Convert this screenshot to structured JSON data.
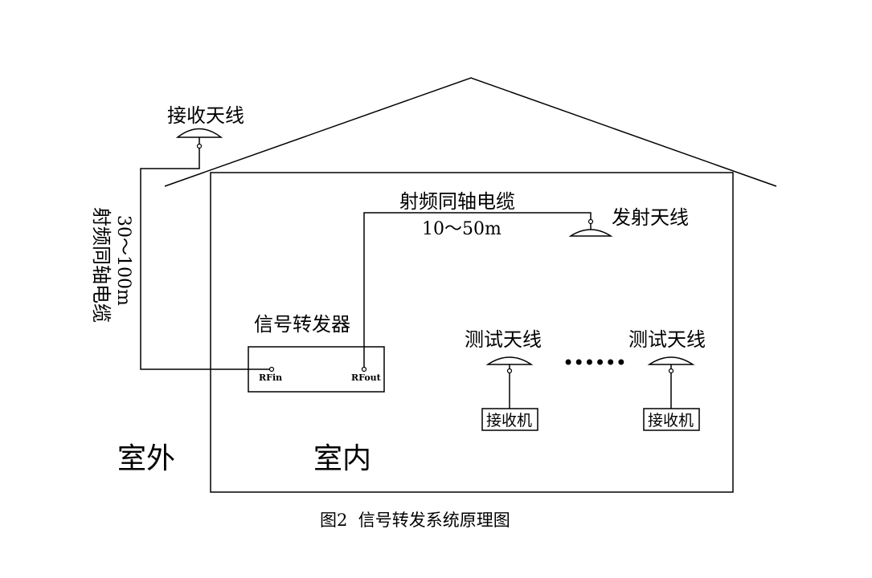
{
  "labels": {
    "receive_antenna": "接收天线",
    "outdoor_cable_name": "射频同轴电缆",
    "outdoor_cable_length": "30～100m",
    "indoor_cable_name": "射频同轴电缆",
    "indoor_cable_length": "10～50m",
    "transmit_antenna": "发射天线",
    "repeater": "信号转发器",
    "port_in": "RFin",
    "port_out": "RFout",
    "test_antenna_1": "测试天线",
    "test_antenna_2": "测试天线",
    "receiver_1": "接收机",
    "receiver_2": "接收机",
    "outdoor": "室外",
    "indoor": "室内",
    "ellipsis": "••••••",
    "caption": "图2  信号转发系统原理图"
  }
}
